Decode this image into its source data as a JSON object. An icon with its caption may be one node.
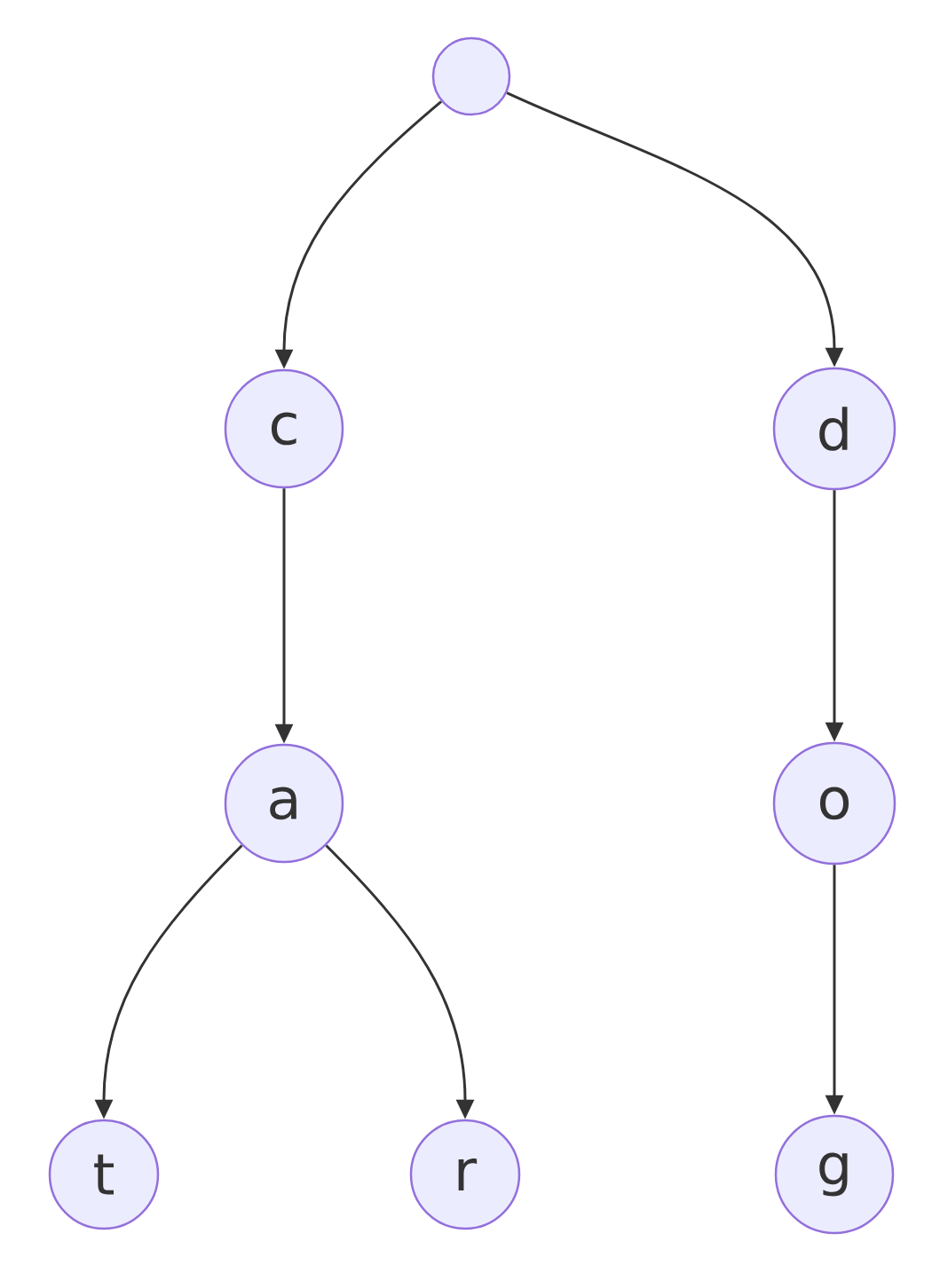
{
  "diagram": {
    "nodes": [
      {
        "text": [],
        "shape": "circle"
      },
      {
        "text": [
          "c"
        ]
      },
      {
        "text": [
          "d"
        ]
      },
      {
        "text": [
          "a"
        ]
      },
      {
        "text": [
          "o"
        ]
      },
      {
        "text": [
          "t"
        ]
      },
      {
        "text": [
          "r"
        ]
      },
      {
        "text": [
          "g"
        ]
      }
    ],
    "edges": [
      {
        "from": 0,
        "to": 1,
        "arrow": "to"
      },
      {
        "from": 0,
        "to": 2,
        "arrow": "to"
      },
      {
        "from": 1,
        "to": 3,
        "arrow": "to"
      },
      {
        "from": 2,
        "to": 4,
        "arrow": "to"
      },
      {
        "from": 3,
        "to": 5,
        "arrow": "to"
      },
      {
        "from": 3,
        "to": 6,
        "arrow": "to"
      },
      {
        "from": 4,
        "to": 7,
        "arrow": "to"
      }
    ]
  }
}
